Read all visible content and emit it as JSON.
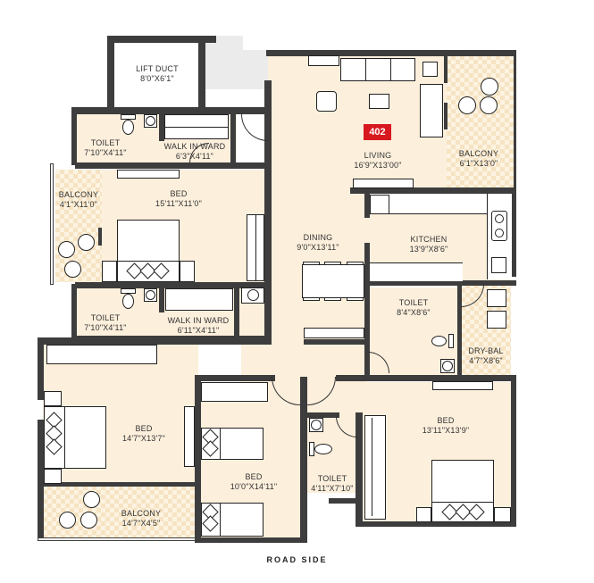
{
  "plan": {
    "unit_number": "402",
    "unit_badge_color": "#d7181f",
    "floor_color": "#fcefdc",
    "wall_color": "#3d3d3d",
    "balcony_pattern_color": "#f6e3c2",
    "footer": "ROAD SIDE"
  },
  "rooms": {
    "lift_duct": {
      "name": "LIFT DUCT",
      "size": "8'0\"X6'1\""
    },
    "toilet_top": {
      "name": "TOILET",
      "size": "7'10\"X4'11\""
    },
    "walkin_top": {
      "name": "WALK IN WARD",
      "size": "6'3\"X4'11\""
    },
    "living": {
      "name": "LIVING",
      "size": "16'9\"X13'00\""
    },
    "balcony_living": {
      "name": "BALCONY",
      "size": "6'1\"X13'0\""
    },
    "balcony_left": {
      "name": "BALCONY",
      "size": "4'1\"X11'0\""
    },
    "bed_master": {
      "name": "BED",
      "size": "15'11\"X11'0\""
    },
    "dining": {
      "name": "DINING",
      "size": "9'0\"X13'11\""
    },
    "kitchen": {
      "name": "KITCHEN",
      "size": "13'9\"X8'6\""
    },
    "toilet_mid": {
      "name": "TOILET",
      "size": "7'10\"X4'11\""
    },
    "walkin_mid": {
      "name": "WALK IN WARD",
      "size": "6'11\"X4'11\""
    },
    "toilet_kitchen": {
      "name": "TOILET",
      "size": "8'4\"X8'6\""
    },
    "dry_bal": {
      "name": "DRY-BAL",
      "size": "4'7\"X8'6\""
    },
    "bed_left": {
      "name": "BED",
      "size": "14'7\"X13'7\""
    },
    "bed_center": {
      "name": "BED",
      "size": "10'0\"X14'11\""
    },
    "toilet_bottom": {
      "name": "TOILET",
      "size": "4'11\"X7'10\""
    },
    "bed_right": {
      "name": "BED",
      "size": "13'11\"X13'9\""
    },
    "balcony_bottom": {
      "name": "BALCONY",
      "size": "14'7\"X4'5\""
    }
  }
}
